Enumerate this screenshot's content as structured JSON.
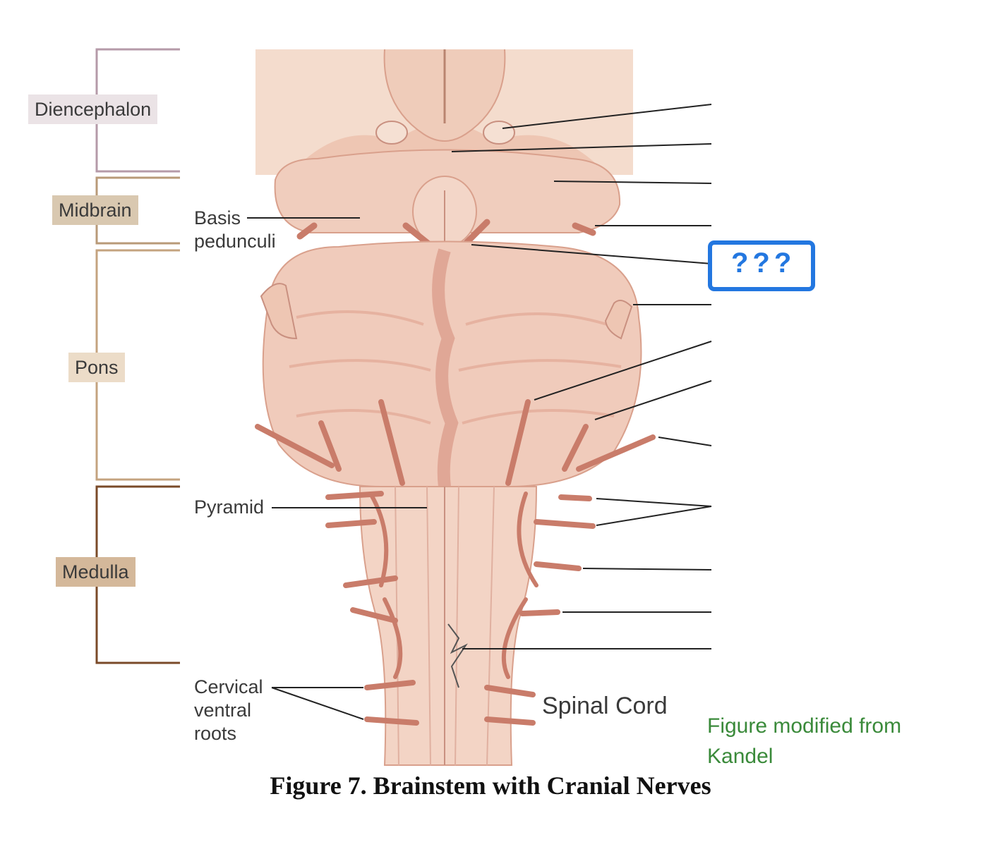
{
  "regions": {
    "diencephalon": "Diencephalon",
    "midbrain": "Midbrain",
    "pons": "Pons",
    "medulla": "Medulla"
  },
  "structures": {
    "basis_line1": "Basis",
    "basis_line2": "pedunculi",
    "pyramid": "Pyramid",
    "cervical_line1": "Cervical",
    "cervical_line2": "ventral",
    "cervical_line3": "roots",
    "spinal_cord": "Spinal Cord"
  },
  "annotation": {
    "question": "???"
  },
  "credit": {
    "line1": "Figure modified from",
    "line2": "Kandel"
  },
  "caption": "Figure 7.  Brainstem with Cranial Nerves",
  "colors": {
    "tissue": "#f2d3c3",
    "tissue_dark": "#d9a08c",
    "nerve": "#c97c6a",
    "diencephalon_bracket": "#b59aa8",
    "midbrain_bracket": "#b89a78",
    "pons_bracket": "#c4a37f",
    "medulla_bracket": "#7a4a28",
    "highlight_box": "#2377e0",
    "credit_text": "#3a8a3a"
  }
}
